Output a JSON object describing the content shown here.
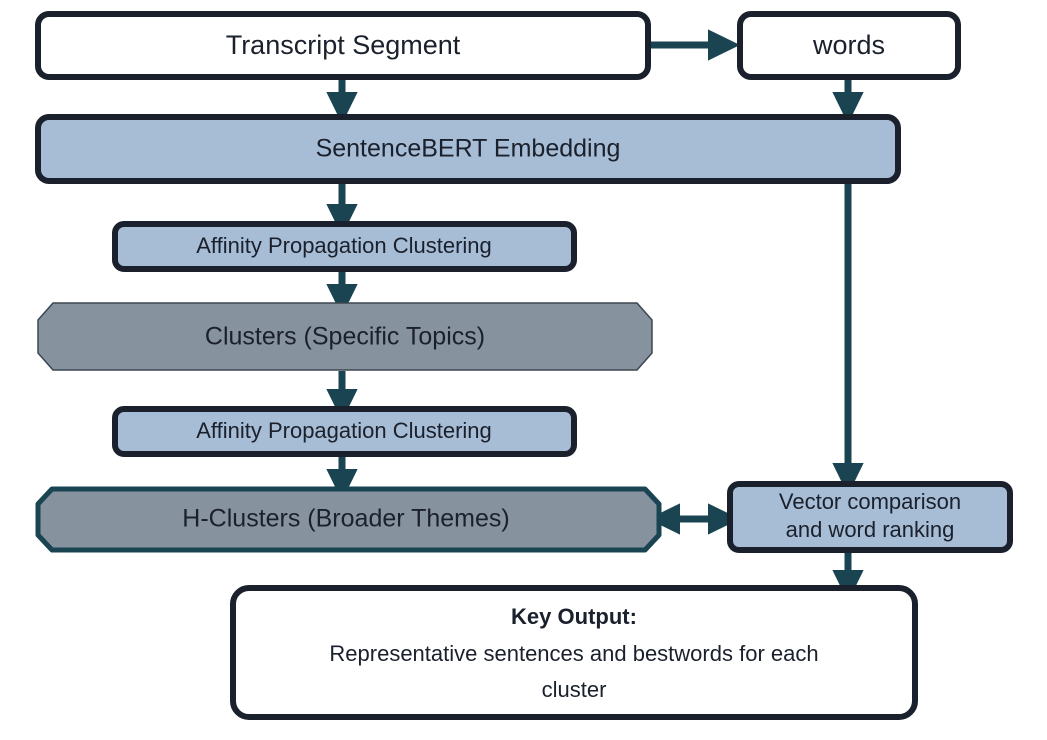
{
  "diagram": {
    "title": "Transcript clustering pipeline flowchart",
    "colors": {
      "box_border_dark": "#1a202c",
      "box_border_teal": "#1a4452",
      "fill_white": "#ffffff",
      "fill_light_blue": "#a7bdd6",
      "fill_gray": "#86929e",
      "arrow": "#1a4452",
      "text": "#1a202c",
      "background": "#ffffff"
    },
    "nodes": [
      {
        "id": "transcript_segment",
        "label": "Transcript Segment",
        "shape": "rounded-rect",
        "fill": "#ffffff",
        "border": "#1a202c"
      },
      {
        "id": "words",
        "label": "words",
        "shape": "rounded-rect",
        "fill": "#ffffff",
        "border": "#1a202c"
      },
      {
        "id": "sentencebert",
        "label": "SentenceBERT Embedding",
        "shape": "rounded-rect",
        "fill": "#a7bdd6",
        "border": "#1a202c"
      },
      {
        "id": "affinity_1",
        "label": "Affinity Propagation Clustering",
        "shape": "rounded-rect",
        "fill": "#a7bdd6",
        "border": "#1a202c"
      },
      {
        "id": "clusters",
        "label": "Clusters  (Specific Topics)",
        "shape": "octagon",
        "fill": "#86929e",
        "border": "#3c4650"
      },
      {
        "id": "affinity_2",
        "label": "Affinity Propagation Clustering",
        "shape": "rounded-rect",
        "fill": "#a7bdd6",
        "border": "#1a202c"
      },
      {
        "id": "h_clusters",
        "label": "H-Clusters  (Broader Themes)",
        "shape": "octagon",
        "fill": "#86929e",
        "border": "#1a4452"
      },
      {
        "id": "vector_comparison",
        "label_line1": "Vector comparison",
        "label_line2": "and word ranking",
        "shape": "rounded-rect",
        "fill": "#a7bdd6",
        "border": "#1a202c"
      },
      {
        "id": "key_output",
        "heading": "Key Output:",
        "label_line1": "Representative sentences and bestwords for each",
        "label_line2": "cluster",
        "shape": "rounded-rect",
        "fill": "#ffffff",
        "border": "#1a202c"
      }
    ],
    "edges": [
      {
        "from": "transcript_segment",
        "to": "words",
        "direction": "right",
        "arrowheads": 1
      },
      {
        "from": "transcript_segment",
        "to": "sentencebert",
        "direction": "down",
        "arrowheads": 1
      },
      {
        "from": "words",
        "to": "sentencebert",
        "direction": "down",
        "arrowheads": 1
      },
      {
        "from": "sentencebert",
        "to": "affinity_1",
        "direction": "down",
        "arrowheads": 1
      },
      {
        "from": "sentencebert",
        "to": "vector_comparison",
        "direction": "down",
        "arrowheads": 1
      },
      {
        "from": "affinity_1",
        "to": "clusters",
        "direction": "down",
        "arrowheads": 1
      },
      {
        "from": "clusters",
        "to": "affinity_2",
        "direction": "down",
        "arrowheads": 1
      },
      {
        "from": "affinity_2",
        "to": "h_clusters",
        "direction": "down",
        "arrowheads": 1
      },
      {
        "from": "h_clusters",
        "to": "vector_comparison",
        "direction": "both",
        "arrowheads": 2
      },
      {
        "from": "vector_comparison",
        "to": "key_output",
        "direction": "down",
        "arrowheads": 1
      }
    ]
  }
}
